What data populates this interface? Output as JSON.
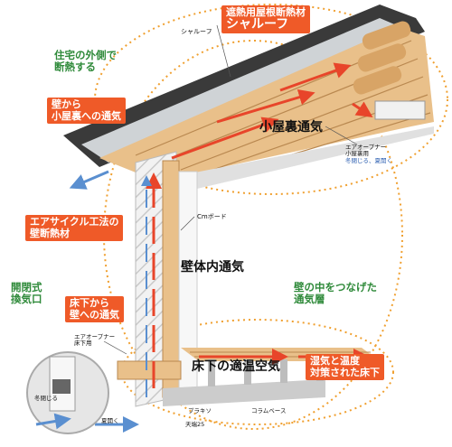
{
  "labels": {
    "sharoof_title": "遮熱用屋根断熱材",
    "sharoof_name": "シャルーフ",
    "sharoof_small": "シャルーフ",
    "outer_insulation": "住宅の外側で",
    "outer_insulation_2": "断熱する",
    "wall_to_attic": "壁から",
    "wall_to_attic_2": "小屋裏への通気",
    "attic_vent": "小屋裏通気",
    "air_opener_attic": "エアオープナー",
    "air_opener_attic_2": "小屋裏用",
    "air_opener_attic_3": "冬閉じる、夏開く",
    "cm_board": "Cmボード",
    "aircycle": "エアサイクル工法の",
    "aircycle_2": "壁断熱材",
    "wall_vent": "壁体内通気",
    "open_close": "開閉式",
    "open_close_2": "換気口",
    "connected_layer": "壁の中をつなげた",
    "connected_layer_2": "通気層",
    "floor_to_wall": "床下から",
    "floor_to_wall_2": "壁への通気",
    "air_opener_floor": "エアオープナー",
    "air_opener_floor_2": "床下用",
    "underfloor": "床下の適温空気",
    "humidity": "湿気と温度",
    "humidity_2": "対策された床下",
    "winter_close": "冬閉じる",
    "summer_open": "夏開く",
    "purakiso": "プラキソ",
    "tenpu": "天端25",
    "column_base": "コラムベース"
  },
  "colors": {
    "accent_orange": "#ef5a28",
    "label_green": "#2f8a3a",
    "wood": "#e6b47a",
    "roof_dark": "#3a3a3a",
    "insulation": "#d8d8d8",
    "arrow_red": "#e8452a",
    "arrow_blue": "#5a8fd0",
    "dotted_orange": "#f0a030"
  }
}
